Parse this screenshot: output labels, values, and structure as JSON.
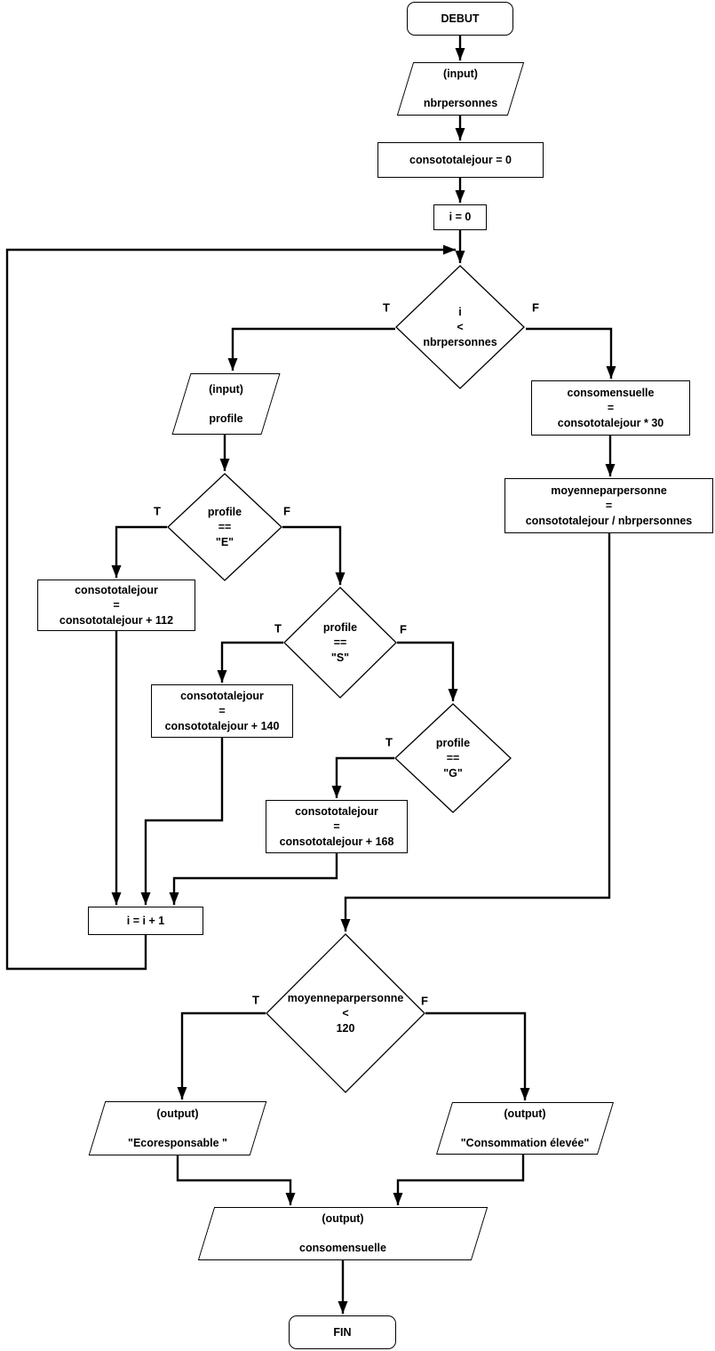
{
  "diagram": {
    "type": "flowchart",
    "language": "fr",
    "colors": {
      "stroke": "#000000",
      "fill": "#ffffff",
      "text": "#000000"
    },
    "branch_labels": {
      "true": "T",
      "false": "F"
    },
    "nodes": {
      "start": {
        "shape": "terminator",
        "label": "DEBUT"
      },
      "input_nbr": {
        "shape": "io",
        "lines": [
          "(input)",
          "nbrpersonnes"
        ]
      },
      "init_conso": {
        "shape": "process",
        "lines": [
          "consototalejour = 0"
        ]
      },
      "init_i": {
        "shape": "process",
        "lines": [
          "i = 0"
        ]
      },
      "loop_cond": {
        "shape": "decision",
        "lines": [
          "i",
          "<",
          "nbrpersonnes"
        ]
      },
      "input_profile": {
        "shape": "io",
        "lines": [
          "(input)",
          "profile"
        ]
      },
      "cond_e": {
        "shape": "decision",
        "lines": [
          "profile",
          "==",
          "\"E\""
        ]
      },
      "add_112": {
        "shape": "process",
        "lines": [
          "consototalejour",
          "=",
          "consototalejour + 112"
        ]
      },
      "cond_s": {
        "shape": "decision",
        "lines": [
          "profile",
          "==",
          "\"S\""
        ]
      },
      "add_140": {
        "shape": "process",
        "lines": [
          "consototalejour",
          "=",
          "consototalejour + 140"
        ]
      },
      "cond_g": {
        "shape": "decision",
        "lines": [
          "profile",
          "==",
          "\"G\""
        ]
      },
      "add_168": {
        "shape": "process",
        "lines": [
          "consototalejour",
          "=",
          "consototalejour + 168"
        ]
      },
      "incr_i": {
        "shape": "process",
        "lines": [
          "i = i + 1"
        ]
      },
      "calc_mensuelle": {
        "shape": "process",
        "lines": [
          "consomensuelle",
          "=",
          "consototalejour * 30"
        ]
      },
      "calc_moyenne": {
        "shape": "process",
        "lines": [
          "moyenneparpersonne",
          "=",
          "consototalejour / nbrpersonnes"
        ]
      },
      "cond_moyenne": {
        "shape": "decision",
        "lines": [
          "moyenneparpersonne",
          "<",
          "120"
        ]
      },
      "out_eco": {
        "shape": "io",
        "lines": [
          "(output)",
          "\"Ecoresponsable \""
        ]
      },
      "out_elevee": {
        "shape": "io",
        "lines": [
          "(output)",
          "\"Consommation élevée\""
        ]
      },
      "out_conso": {
        "shape": "io",
        "lines": [
          "(output)",
          "consomensuelle"
        ]
      },
      "end": {
        "shape": "terminator",
        "label": "FIN"
      }
    }
  }
}
